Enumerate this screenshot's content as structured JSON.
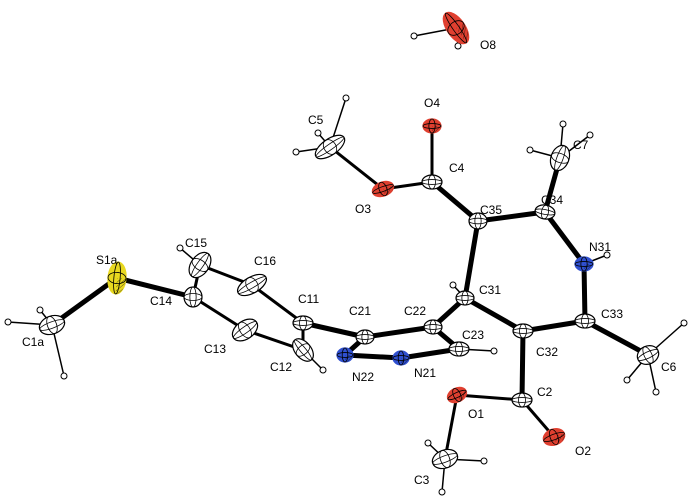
{
  "atoms": [
    {
      "id": "O8",
      "label": "O8",
      "element": "O"
    },
    {
      "id": "O4",
      "label": "O4",
      "element": "O"
    },
    {
      "id": "C5",
      "label": "C5",
      "element": "C"
    },
    {
      "id": "C7",
      "label": "C7",
      "element": "C"
    },
    {
      "id": "C4",
      "label": "C4",
      "element": "C"
    },
    {
      "id": "O3",
      "label": "O3",
      "element": "O"
    },
    {
      "id": "C35",
      "label": "C35",
      "element": "C"
    },
    {
      "id": "C34",
      "label": "C34",
      "element": "C"
    },
    {
      "id": "N31",
      "label": "N31",
      "element": "N"
    },
    {
      "id": "C15",
      "label": "C15",
      "element": "C"
    },
    {
      "id": "S1a",
      "label": "S1a",
      "element": "S"
    },
    {
      "id": "C16",
      "label": "C16",
      "element": "C"
    },
    {
      "id": "C14",
      "label": "C14",
      "element": "C"
    },
    {
      "id": "C31",
      "label": "C31",
      "element": "C"
    },
    {
      "id": "C11",
      "label": "C11",
      "element": "C"
    },
    {
      "id": "C21",
      "label": "C21",
      "element": "C"
    },
    {
      "id": "C22",
      "label": "C22",
      "element": "C"
    },
    {
      "id": "C33",
      "label": "C33",
      "element": "C"
    },
    {
      "id": "C1a",
      "label": "C1a",
      "element": "C"
    },
    {
      "id": "C23",
      "label": "C23",
      "element": "C"
    },
    {
      "id": "C13",
      "label": "C13",
      "element": "C"
    },
    {
      "id": "C32",
      "label": "C32",
      "element": "C"
    },
    {
      "id": "C6",
      "label": "C6",
      "element": "C"
    },
    {
      "id": "C12",
      "label": "C12",
      "element": "C"
    },
    {
      "id": "N22",
      "label": "N22",
      "element": "N"
    },
    {
      "id": "N21",
      "label": "N21",
      "element": "N"
    },
    {
      "id": "C2",
      "label": "C2",
      "element": "C"
    },
    {
      "id": "O1",
      "label": "O1",
      "element": "O"
    },
    {
      "id": "O2",
      "label": "O2",
      "element": "O"
    },
    {
      "id": "C3",
      "label": "C3",
      "element": "C"
    }
  ],
  "colors": {
    "C": "#ffffff",
    "O": "#e04030",
    "N": "#3050d0",
    "S": "#e8d820",
    "H": "#ffffff",
    "bond": "#000000"
  }
}
